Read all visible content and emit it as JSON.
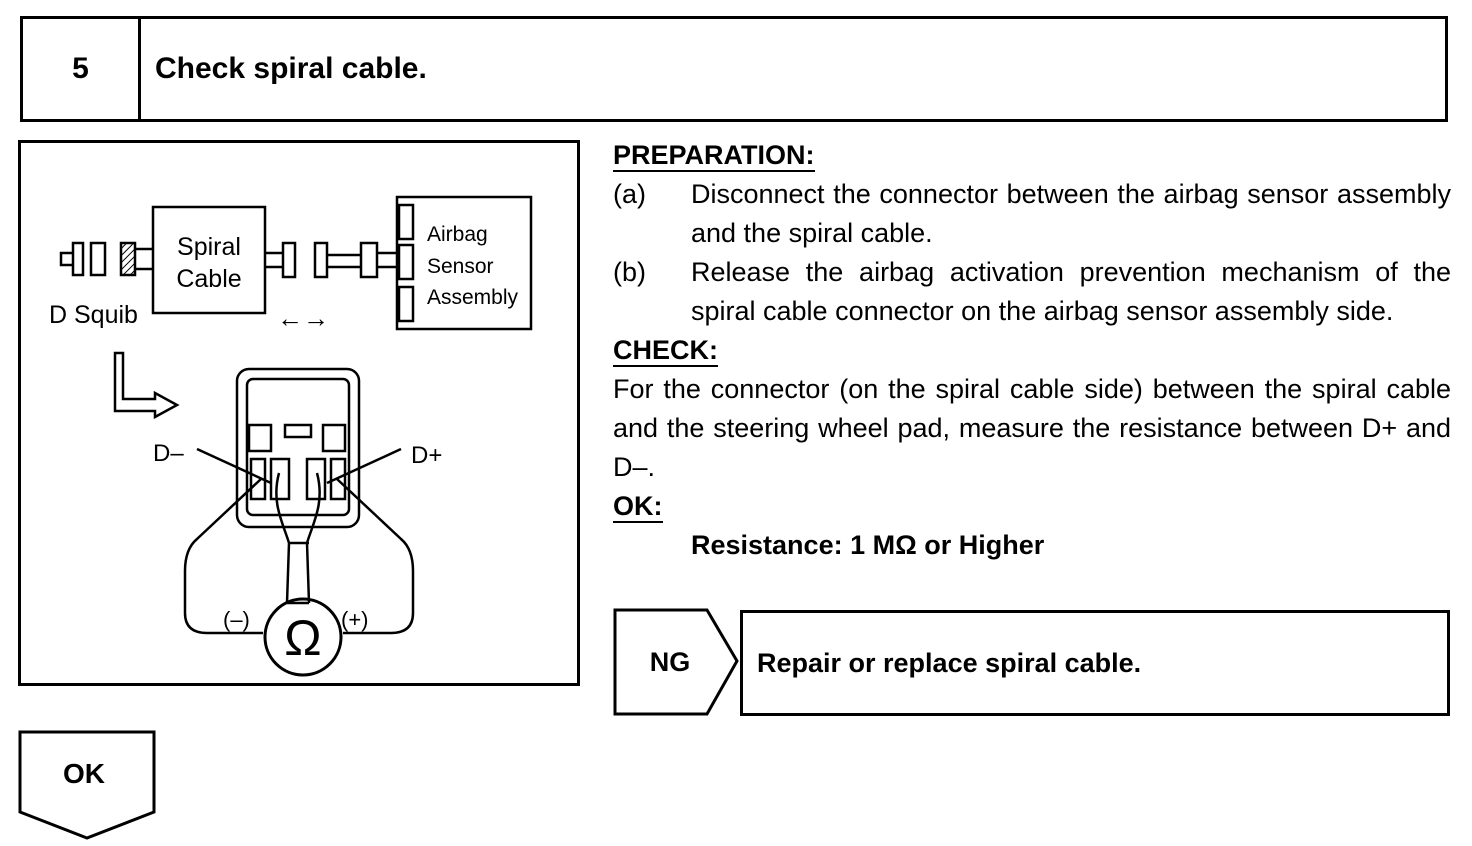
{
  "step": {
    "number": "5",
    "title": "Check spiral cable."
  },
  "figure": {
    "spiral_cable_line1": "Spiral",
    "spiral_cable_line2": "Cable",
    "sensor_line1": "Airbag",
    "sensor_line2": "Sensor",
    "sensor_line3": "Assembly",
    "d_squib": "D Squib",
    "arrows": "←→",
    "d_minus": "D–",
    "d_plus": "D+",
    "probe_neg": "(–)",
    "probe_pos": "(+)",
    "ohm": "Ω"
  },
  "preparation": {
    "heading": "PREPARATION:",
    "items": [
      {
        "label": "(a)",
        "text": "Disconnect the connector between the airbag sensor assembly and the spiral cable."
      },
      {
        "label": "(b)",
        "text": "Release the airbag activation prevention mechanism of the spiral cable connector on the airbag sensor assembly side."
      }
    ]
  },
  "check": {
    "heading": "CHECK:",
    "text": "For the connector (on the spiral cable side) between the spiral cable and the steering wheel pad, measure the resistance between D+ and D–."
  },
  "ok": {
    "heading": "OK:",
    "resistance": "Resistance: 1 MΩ or Higher"
  },
  "ng": {
    "label": "NG",
    "action": "Repair or replace spiral cable."
  },
  "ok_flow": {
    "label": "OK"
  }
}
